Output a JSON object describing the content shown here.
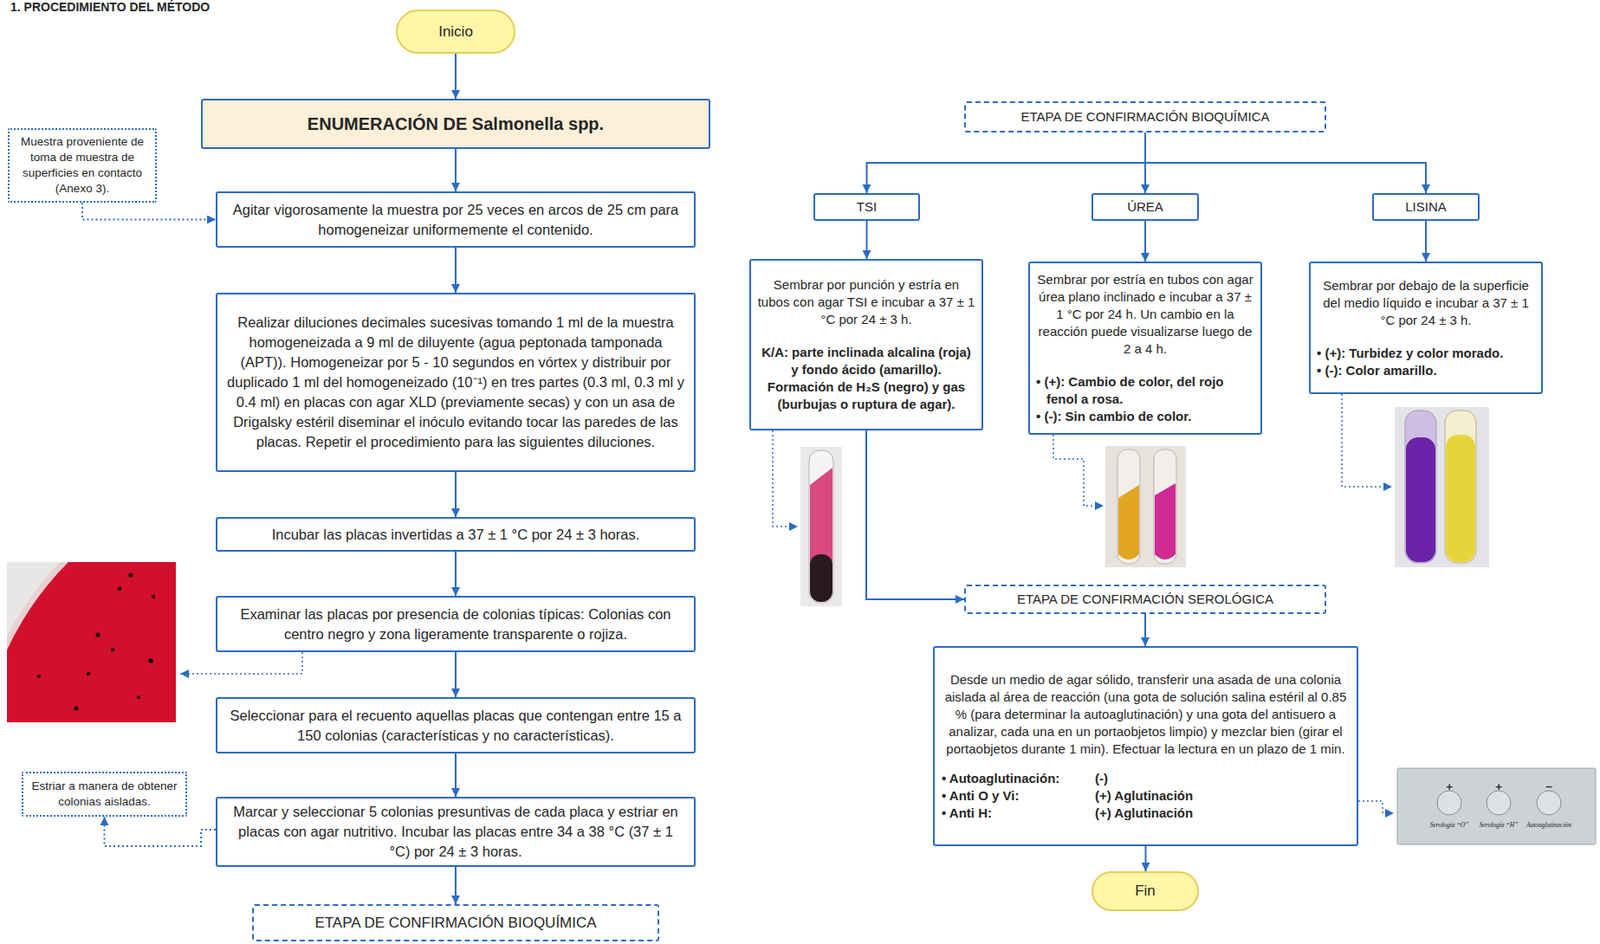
{
  "diagram": {
    "title": "1. PROCEDIMIENTO DEL MÉTODO",
    "nodes": [
      {
        "text": [
          "Inicio"
        ]
      },
      {
        "text": [
          "ENUMERACIÓN DE Salmonella spp."
        ]
      },
      {
        "text": [
          "Muestra proveniente de toma de muestra de superficies en contacto (Anexo 3)."
        ]
      },
      {
        "text": [
          "Agitar vigorosamente la muestra por 25 veces en arcos de 25 cm para homogeneizar uniformemente el contenido."
        ]
      },
      {
        "text": [
          "Realizar diluciones decimales sucesivas tomando 1 ml de la muestra homogeneizada a 9 ml de diluyente (agua peptonada tamponada (APT)). Homogeneizar por 5 - 10 segundos en vórtex y distribuir por duplicado 1 ml del homogeneizado (10⁻¹) en tres partes (0.3 ml, 0.3 ml y 0.4 ml) en placas con agar XLD (previamente secas) y con un asa de Drigalsky estéril diseminar el inóculo evitando tocar las paredes de las placas. Repetir el procedimiento para las siguientes diluciones."
        ]
      },
      {
        "text": [
          "Incubar las placas invertidas a 37 ± 1 °C por 24 ± 3 horas."
        ]
      },
      {
        "text": [
          "Examinar las placas por presencia de colonias típicas: Colonias con centro negro y zona ligeramente transparente o rojiza."
        ]
      },
      {
        "text": [
          "Seleccionar para el recuento aquellas placas que contengan entre 15 a 150 colonias (características y no características)."
        ]
      },
      {
        "text": [
          "Estriar a manera de obtener colonias aisladas."
        ]
      },
      {
        "text": [
          "Marcar y seleccionar 5 colonias presuntivas de cada placa y estriar en placas con agar nutritivo. Incubar las placas entre 34 a 38 °C (37 ± 1 °C) por 24 ± 3 horas."
        ]
      },
      {
        "text": [
          "ETAPA DE CONFIRMACIÓN BIOQUÍMICA"
        ]
      },
      {
        "text": [
          "ETAPA DE CONFIRMACIÓN BIOQUÍMICA"
        ]
      },
      {
        "text": [
          "TSI"
        ]
      },
      {
        "text": [
          "ÚREA"
        ]
      },
      {
        "text": [
          "LISINA"
        ]
      },
      {
        "text": [
          "Sembrar por punción y estría en tubos con agar TSI e incubar a 37 ± 1 °C por 24 ± 3 h.",
          "K/A: parte inclinada alcalina (roja) y fondo ácido (amarillo). Formación de H₂S (negro) y gas (burbujas o ruptura de agar)."
        ]
      },
      {
        "text": [
          "Sembrar por estría en tubos con agar úrea plano inclinado e incubar a 37 ± 1 °C por 24 h. Un cambio en la reacción puede visualizarse luego de 2 a 4 h.",
          "• (+): Cambio de color, del rojo fenol a rosa.",
          "• (-): Sin cambio de color."
        ]
      },
      {
        "text": [
          "Sembrar por debajo de la superficie del medio líquido e incubar a 37 ± 1 °C por 24 ± 3 h.",
          "• (+): Turbidez y color morado.",
          "• (-): Color amarillo."
        ]
      },
      {
        "text": [
          "ETAPA DE CONFIRMACIÓN SEROLÓGICA"
        ]
      },
      {
        "text": [
          "Desde un medio de agar sólido, transferir una asada de una colonia aislada al área de reacción (una gota de solución salina estéril al 0.85 % (para determinar la autoaglutinación) y una gota del antisuero a analizar, cada una en un portaobjetos limpio) y mezclar bien (girar el portaobjetos durante 1 min). Efectuar la lectura en un plazo de 1 min.",
          "• Autoaglutinación:",
          "(-)",
          "• Anti O y Vi:",
          "(+) Aglutinación",
          "• Anti H:",
          "(+) Aglutinación"
        ]
      },
      {
        "text": [
          "Fin"
        ]
      }
    ],
    "edges": [
      {
        "from": 0,
        "to": 1,
        "arrow": "to"
      },
      {
        "from": 1,
        "to": 3,
        "arrow": "to"
      },
      {
        "from": 2,
        "to": 3,
        "arrow": "to"
      },
      {
        "from": 3,
        "to": 4,
        "arrow": "to"
      },
      {
        "from": 4,
        "to": 5,
        "arrow": "to"
      },
      {
        "from": 5,
        "to": 6,
        "arrow": "to"
      },
      {
        "from": 6,
        "to": 7,
        "arrow": "to"
      },
      {
        "from": 7,
        "to": 9,
        "arrow": "to"
      },
      {
        "from": 9,
        "to": 8,
        "arrow": "to"
      },
      {
        "from": 9,
        "to": 10,
        "arrow": "to"
      },
      {
        "from": 11,
        "to": 12,
        "arrow": "to"
      },
      {
        "from": 11,
        "to": 13,
        "arrow": "to"
      },
      {
        "from": 11,
        "to": 14,
        "arrow": "to"
      },
      {
        "from": 12,
        "to": 15,
        "arrow": "to"
      },
      {
        "from": 13,
        "to": 16,
        "arrow": "to"
      },
      {
        "from": 14,
        "to": 17,
        "arrow": "to"
      },
      {
        "from": 15,
        "to": 18,
        "arrow": "to"
      },
      {
        "from": 18,
        "to": 19,
        "arrow": "to"
      },
      {
        "from": 19,
        "to": 20,
        "arrow": "to"
      }
    ],
    "labels": [
      "+",
      "+",
      "−",
      "Serología “O”",
      "Serología “H”",
      "Autoaglutinación"
    ]
  }
}
